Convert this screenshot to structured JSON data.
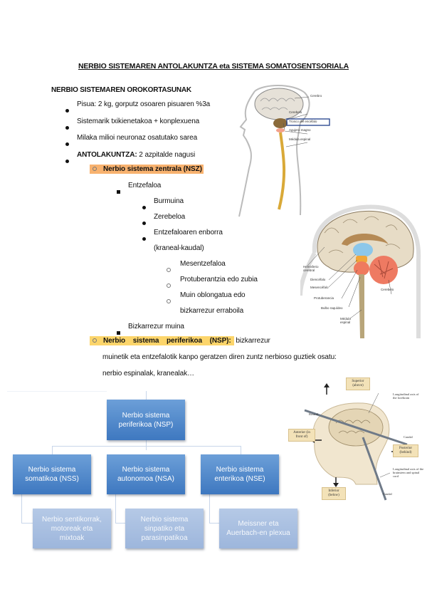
{
  "document": {
    "title": "NERBIO SISTEMAREN ANTOLAKUNTZA eta SISTEMA SOMATOSENTSORIALA",
    "section_heading": "NERBIO SISTEMAREN OROKORTASUNAK",
    "bullets_level1": [
      "Pisua: 2 kg, gorputz osoaren pisuaren %3a",
      "Sistemarik txikienetakoa + konplexuena",
      "Milaka milioi neuronaz osatutako sarea"
    ],
    "antolakuntza": {
      "bold": "ANTOLAKUNTZA:",
      "rest": " 2 azpitalde nagusi"
    },
    "nsz": {
      "label": "Nerbio sistema zentrala (NSZ)",
      "highlight_color": "#f8b26f",
      "entzefaloa": "Entzefaloa",
      "entzefaloa_items": [
        "Burmuina",
        "Zerebeloa",
        "Entzefaloaren enborra"
      ],
      "enborra_note": "(kraneal-kaudal)",
      "enborra_items": [
        "Mesentzefaloa",
        "Protuberantzia edo zubia",
        "Muin oblongatua edo"
      ],
      "enborra_item3_cont": "bizkarrezur erraboila",
      "bizkarrezur": "Bizkarrezur muina"
    },
    "nsp": {
      "label": "Nerbio sistema periferikoa (NSP):",
      "highlight_color": "#fcd56b",
      "after_label": " bizkarrezur",
      "line2": "muinetik eta entzefalotik kanpo geratzen diren zuntz nerbioso guztiek osatu:",
      "line3_bold": "nerbio espinalak, kranealak",
      "line3_rest": "…"
    }
  },
  "figures": {
    "spinal": {
      "labels": [
        "Cerebro",
        "Cerebelo",
        "Tronco del encéfalo",
        "Agujero magno",
        "Médula espinal"
      ]
    },
    "brain": {
      "labels": [
        "Hemisferio cerebral",
        "Diencéfalo",
        "Mesencéfalo",
        "Protuberancia",
        "Bulbo raquídeo",
        "Médula espinal",
        "Cerebelo"
      ]
    },
    "orientation": {
      "boxes": [
        "Superior (above)",
        "Anterior (in front of)",
        "Posterior (behind)",
        "Inferior (below)"
      ],
      "labels": [
        "Rostral",
        "Caudal",
        "Longitudinal axis of the forebrain",
        "Longitudinal axis of the brainstem and spinal cord",
        "Caudal"
      ]
    }
  },
  "flowchart": {
    "root": [
      "Nerbio sistema",
      "periferikoa (NSP)"
    ],
    "children": [
      {
        "title": [
          "Nerbio sistema",
          "somatikoa (NSS)"
        ],
        "detail": [
          "Nerbio sentikorrak,",
          "motoreak eta",
          "mixtoak"
        ]
      },
      {
        "title": [
          "Nerbio sistema",
          "autonomoa (NSA)"
        ],
        "detail": [
          "Nerbio sistema",
          "sinpatiko eta",
          "parasinpatikoa"
        ]
      },
      {
        "title": [
          "Nerbio sistema",
          "enterikoa (NSE)"
        ],
        "detail": [
          "Meissner eta",
          "Auerbach-en plexua"
        ]
      }
    ],
    "colors": {
      "dark": "#4f86c9",
      "light": "#a9bfe1",
      "connector": "#c8d6ea"
    }
  }
}
